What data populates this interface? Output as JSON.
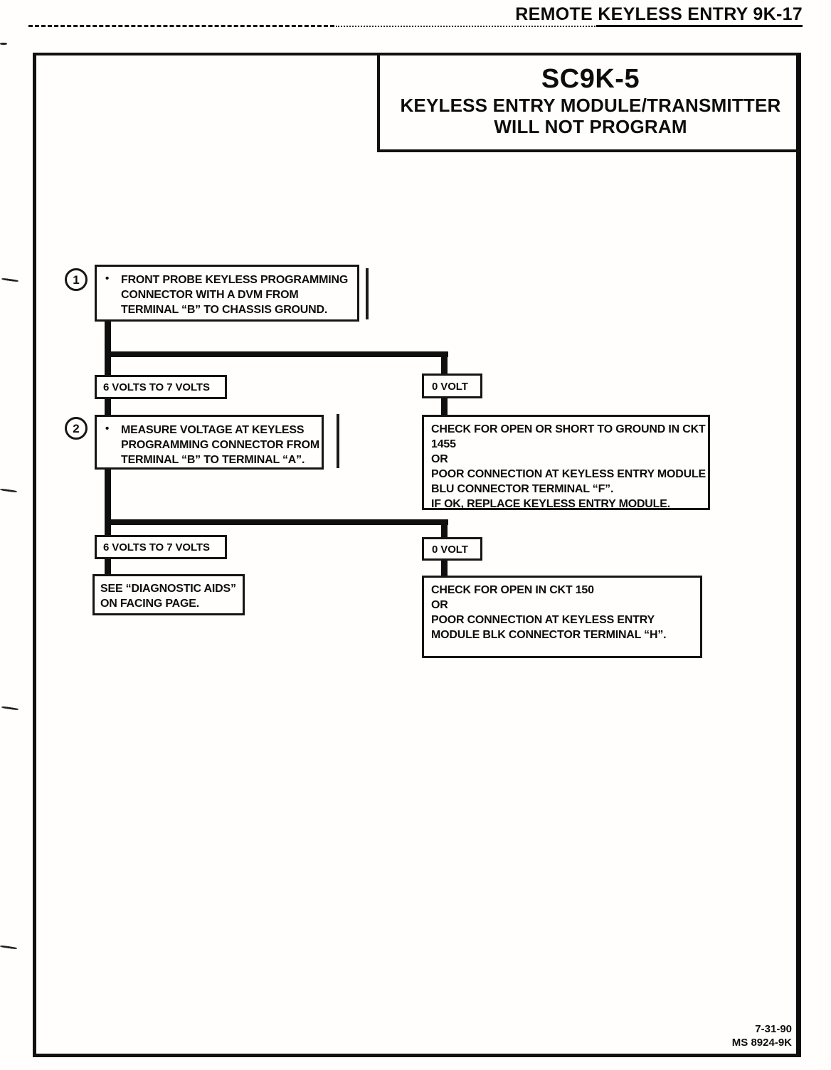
{
  "page_header": {
    "title": "REMOTE KEYLESS ENTRY 9K-17"
  },
  "title_block": {
    "code": "SC9K-5",
    "subtitle_line_1": "KEYLESS ENTRY MODULE/TRANSMITTER",
    "subtitle_line_2": "WILL NOT PROGRAM"
  },
  "flowchart": {
    "bullet": "•",
    "step_1": {
      "number": "1",
      "lines": [
        "FRONT PROBE KEYLESS PROGRAMMING",
        "CONNECTOR WITH A DVM FROM",
        "TERMINAL “B” TO CHASSIS GROUND."
      ]
    },
    "result_1_left": "6 VOLTS TO 7 VOLTS",
    "result_1_right": "0 VOLT",
    "step_2": {
      "number": "2",
      "lines": [
        "MEASURE VOLTAGE AT KEYLESS",
        "PROGRAMMING CONNECTOR FROM",
        "TERMINAL “B” TO TERMINAL “A”."
      ]
    },
    "action_ckt_1455": {
      "lines": [
        "CHECK FOR OPEN OR SHORT TO GROUND IN CKT",
        "1455",
        "OR",
        "POOR CONNECTION AT KEYLESS ENTRY MODULE",
        "BLU CONNECTOR TERMINAL “F”.",
        "IF OK, REPLACE KEYLESS ENTRY MODULE."
      ]
    },
    "result_2_left": "6 VOLTS TO 7 VOLTS",
    "result_2_right": "0 VOLT",
    "diagnostic_aids": {
      "lines": [
        "SEE “DIAGNOSTIC AIDS”",
        "ON FACING PAGE."
      ]
    },
    "action_ckt_150": {
      "lines": [
        "CHECK FOR OPEN IN CKT 150",
        "OR",
        "POOR CONNECTION AT KEYLESS ENTRY",
        "MODULE BLK CONNECTOR TERMINAL “H”."
      ]
    }
  },
  "page_footer": {
    "date": "7-31-90",
    "doc_number": "MS 8924-9K"
  }
}
